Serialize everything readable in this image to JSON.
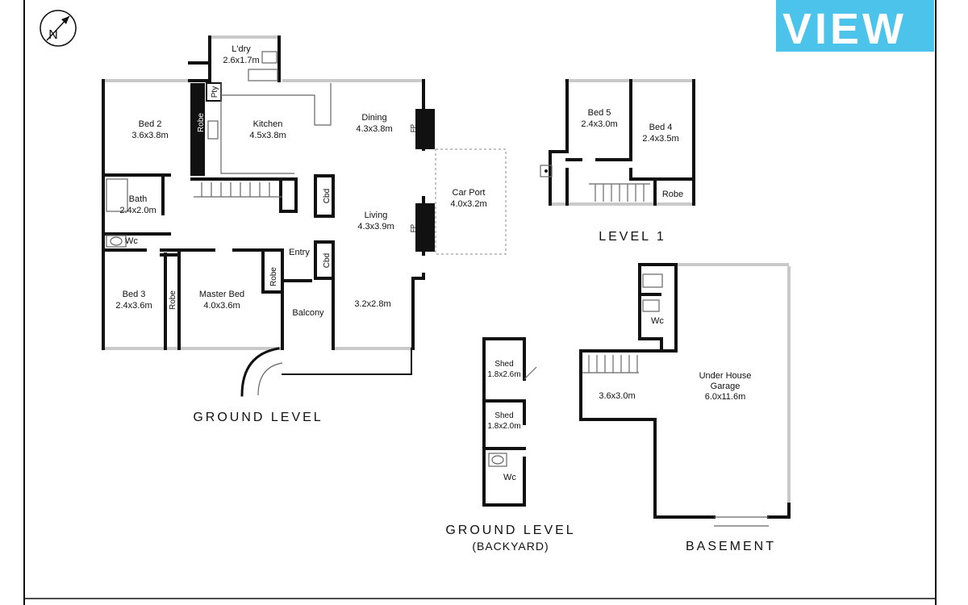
{
  "logo": {
    "text": "VIEW",
    "color": "#4cc3ea"
  },
  "compass": {
    "letter": "N"
  },
  "levels": {
    "ground": "GROUND LEVEL",
    "level1": "LEVEL 1",
    "backyard": "GROUND LEVEL",
    "backyard_sub": "(BACKYARD)",
    "basement": "BASEMENT"
  },
  "rooms": {
    "ldry": {
      "name": "L'dry",
      "size": "2.6x1.7m"
    },
    "pty": "Pty",
    "bed2": {
      "name": "Bed 2",
      "size": "3.6x3.8m"
    },
    "robe_bed2": "Robe",
    "kitchen": {
      "name": "Kitchen",
      "size": "4.5x3.8m"
    },
    "dining": {
      "name": "Dining",
      "size": "4.3x3.8m"
    },
    "fp1": "FP",
    "fp2": "FP",
    "carport": {
      "name": "Car Port",
      "size": "4.0x3.2m"
    },
    "bath": {
      "name": "Bath",
      "size": "2.4x2.0m"
    },
    "wc_ground": "Wc",
    "cbd1": "Cbd",
    "cbd2": "Cbd",
    "living": {
      "name": "Living",
      "size": "4.3x3.9m"
    },
    "entry": "Entry",
    "bed3": {
      "name": "Bed 3",
      "size": "2.4x3.6m"
    },
    "robe_bed3": "Robe",
    "master": {
      "name": "Master Bed",
      "size": "4.0x3.6m"
    },
    "robe_master": "Robe",
    "balcony": "Balcony",
    "room_32": "3.2x2.8m",
    "bed5": {
      "name": "Bed 5",
      "size": "2.4x3.0m"
    },
    "bed4": {
      "name": "Bed 4",
      "size": "2.4x3.5m"
    },
    "robe_l1": "Robe",
    "shed1": {
      "name": "Shed",
      "size": "1.8x2.6m"
    },
    "shed2": {
      "name": "Shed",
      "size": "1.8x2.0m"
    },
    "wc_backyard": "Wc",
    "wc_basement": "Wc",
    "basement_room": "3.6x3.0m",
    "garage": {
      "name": "Under House",
      "name2": "Garage",
      "size": "6.0x11.6m"
    }
  }
}
